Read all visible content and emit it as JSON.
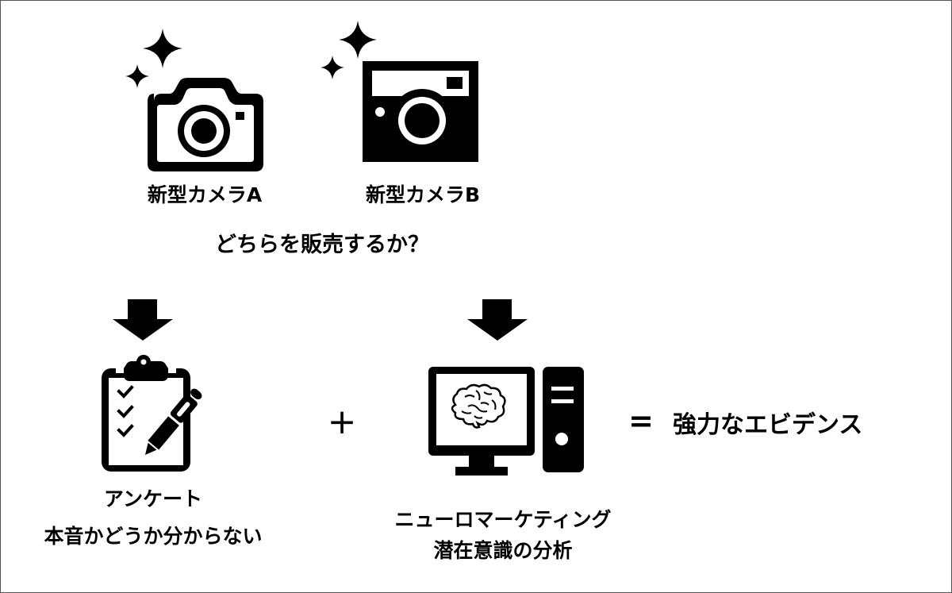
{
  "diagram": {
    "question": "どちらを販売するか？",
    "products": [
      {
        "label": "新型カメラA",
        "icon": "camera-outline-icon"
      },
      {
        "label": "新型カメラB",
        "icon": "camera-solid-icon"
      }
    ],
    "methods": [
      {
        "title": "アンケート",
        "note": "本音かどうか分からない",
        "icon": "clipboard-checklist-icon"
      },
      {
        "title": "ニューロマーケティング",
        "note": "潜在意識の分析",
        "icon": "computer-brain-icon"
      }
    ],
    "plus_sign": "+",
    "equals_sign": "=",
    "result": "強力なエビデンス"
  },
  "colors": {
    "ink": "#000000",
    "background": "#ffffff",
    "frame": "#555555"
  }
}
